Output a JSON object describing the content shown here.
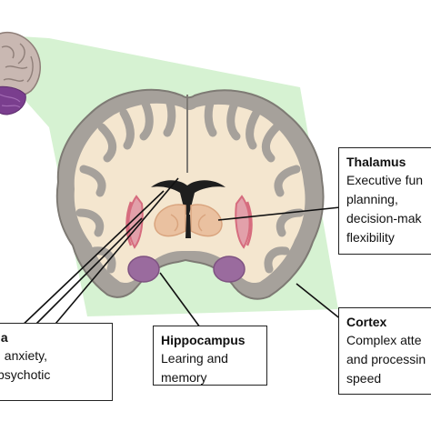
{
  "colors": {
    "callout": "#d6f2d2",
    "cortex_gray": "#a6a19b",
    "white_matter": "#f4e6cf",
    "pink_nucleus": "#e2a0aa",
    "pink_dark": "#d66c7e",
    "thalamus_orange": "#eac1a0",
    "hippocampus_purple": "#9a6b9e",
    "lobe_purple": "#7a3e8e",
    "ventricle_dark": "#1e1e1e"
  },
  "labels": {
    "thalamus": {
      "title": "Thalamus",
      "lines": [
        "Executive fun",
        "planning,",
        "decision-mak",
        "flexibility"
      ]
    },
    "basal": {
      "title": "ia",
      "lines": [
        ", anxiety,",
        "psychotic"
      ]
    },
    "hippocampus": {
      "title": "Hippocampus",
      "lines": [
        "Learing and",
        "memory"
      ]
    },
    "cortex": {
      "title": "Cortex",
      "lines": [
        "Complex atte",
        "and processin",
        "speed"
      ]
    }
  }
}
